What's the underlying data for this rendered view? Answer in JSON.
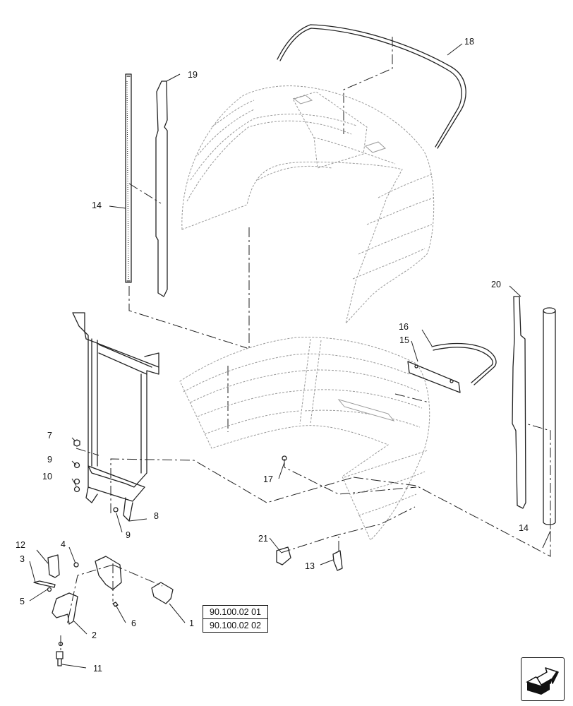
{
  "callouts": {
    "c1": "1",
    "c2": "2",
    "c3": "3",
    "c4": "4",
    "c5": "5",
    "c6": "6",
    "c7": "7",
    "c8": "8",
    "c9a": "9",
    "c9b": "9",
    "c10": "10",
    "c11": "11",
    "c12": "12",
    "c13": "13",
    "c14a": "14",
    "c14b": "14",
    "c15": "15",
    "c16": "16",
    "c17": "17",
    "c18": "18",
    "c19": "19",
    "c20": "20",
    "c21": "21"
  },
  "references": [
    "90.100.02 01",
    "90.100.02 02"
  ],
  "icons": {
    "navigation": "next-page-arrow-icon"
  }
}
